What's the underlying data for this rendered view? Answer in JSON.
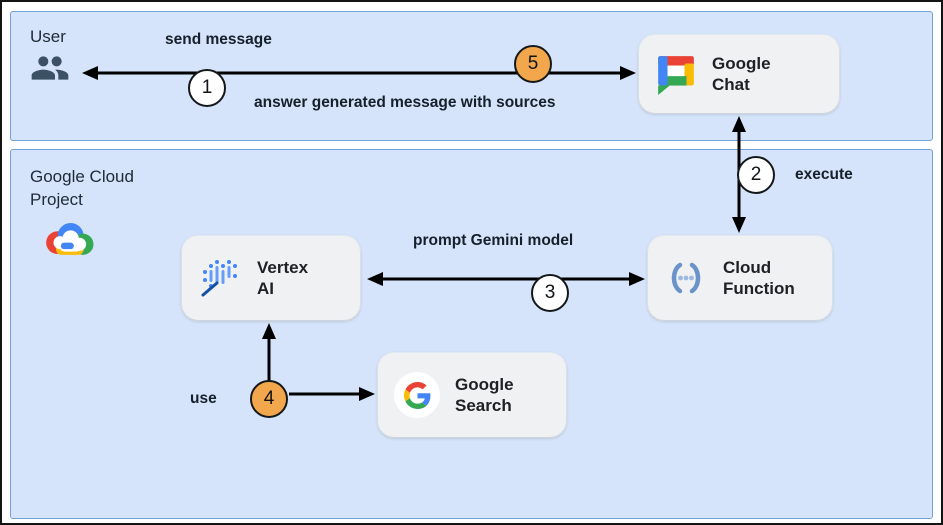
{
  "diagram": {
    "user_section": {
      "title": "User",
      "send_label": "send message",
      "answer_label": "answer generated message",
      "answer_emphasis": "with sources"
    },
    "cloud_section": {
      "title_line1": "Google Cloud",
      "title_line2": "Project",
      "execute_label": "execute",
      "prompt_label": "prompt Gemini model",
      "use_label": "use"
    },
    "nodes": {
      "chat": {
        "line1": "Google",
        "line2": "Chat"
      },
      "vertex": {
        "line1": "Vertex",
        "line2": "AI"
      },
      "function": {
        "line1": "Cloud",
        "line2": "Function"
      },
      "search": {
        "line1": "Google",
        "line2": "Search"
      }
    },
    "steps": {
      "s1": "1",
      "s2": "2",
      "s3": "3",
      "s4": "4",
      "s5": "5"
    },
    "icons": {
      "user": "users-group-icon",
      "chat": "google-chat-icon",
      "cloud": "google-cloud-icon",
      "vertex": "vertex-ai-icon",
      "function": "cloud-function-icon",
      "search": "google-g-icon"
    },
    "colors": {
      "panel_fill": "#d5e4fa",
      "panel_border": "#74a1d8",
      "box_fill": "#f0f1f2",
      "step_orange": "#f3a74d",
      "step_white": "#ffffff",
      "arrow": "#000000",
      "google_blue": "#4285F4",
      "google_red": "#EA4335",
      "google_yellow": "#FBBC05",
      "google_green": "#34A853"
    }
  }
}
